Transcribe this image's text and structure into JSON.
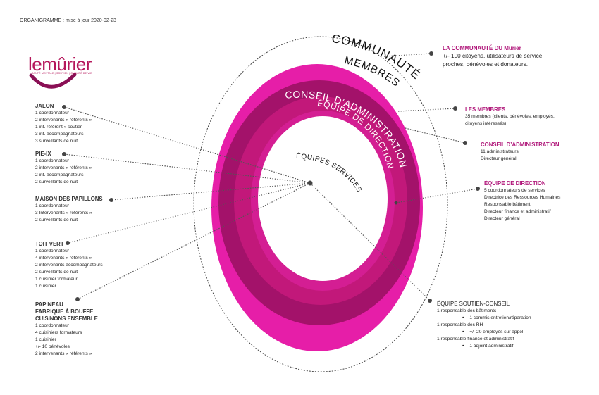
{
  "header": "ORGANIGRAMME : mise à jour 2020-02-23",
  "logo": {
    "wordmark": "lemûrier",
    "tagline": "SANTÉ MENTALE | SOUTIEN | QUALITÉ DE VIE"
  },
  "rings": {
    "communaute": "COMMUNAUTÉ",
    "membres": "MEMBRES",
    "conseil": "CONSEIL D’ADMINISTRATION",
    "direction": "ÉQUIPE DE DIRECTION",
    "services": "ÉQUIPES SERVICES"
  },
  "colors": {
    "outer_ring": "#e61ea8",
    "membres_ring": "#c2187a",
    "conseil_ring": "#a3126a",
    "direction_ring": "#d41e93",
    "accent_text": "#b0177a"
  },
  "right_blocks": {
    "communaute": {
      "title": "LA COMMUNAUTÉ DU Mûrier",
      "lines": [
        "+/- 100 citoyens, utilisateurs de service,",
        "proches, bénévoles et donateurs."
      ]
    },
    "membres": {
      "title": "LES MEMBRES",
      "lines": [
        "35 membres (clients, bénévoles, employés,",
        "citoyens intéressés)"
      ]
    },
    "conseil": {
      "title": "CONSEIL D’ADMINISTRATION",
      "lines": [
        "11 administrateurs",
        "Directeur général"
      ]
    },
    "direction": {
      "title": "ÉQUIPE DE DIRECTION",
      "lines": [
        "5 coordonnateurs de services",
        "Directrice des Ressources Humaines",
        "Responsable bâtiment",
        "Directeur finance et administratif",
        "Directeur général"
      ]
    },
    "soutien": {
      "title": "ÉQUIPE SOUTIEN-CONSEIL",
      "l1": "1 responsable des bâtiments",
      "b1": "1 commis entretien/réparation",
      "l2": "1 responsable des RH",
      "b2": "+/- 20 employés sur appel",
      "l3": "1 responsable finance et administratif",
      "b3": "1 adjoint administratif"
    }
  },
  "left_blocks": {
    "jalon": {
      "title": "JALON",
      "lines": [
        "1 coordonnateur",
        "2 intervenants « référents »",
        "1 int. référent « soutien",
        "3 int. accompagnateurs",
        "3 surveillants de nuit"
      ]
    },
    "pieix": {
      "title": "PIE-IX",
      "lines": [
        "1 coordonnateur",
        "2 intervenants « référents »",
        "2 int. accompagnateurs",
        "2 surveillants de nuit"
      ]
    },
    "papillons": {
      "title": "MAISON DES PAPILLONS",
      "lines": [
        "1 coordonnateur",
        "3 Intervenants « référents »",
        "2 surveillants de nuit"
      ]
    },
    "toitvert": {
      "title": "TOIT VERT",
      "lines": [
        "1 coordonnateur",
        "4 intervenants « référents »",
        "2 intervenants accompagnateurs",
        "2 surveillants de nuit",
        "1 cuisinier formateur",
        "1 cuisinier"
      ]
    },
    "papineau": {
      "title_lines": [
        "PAPINEAU",
        "FABRIQUE À BOUFFE",
        "CUISINONS ENSEMBLE"
      ],
      "lines": [
        "1 coordonnateur",
        "4 cuisiniers formateurs",
        "1 cuisinier",
        "+/- 10 bénévoles",
        "2 intervenants « référents »"
      ]
    }
  }
}
